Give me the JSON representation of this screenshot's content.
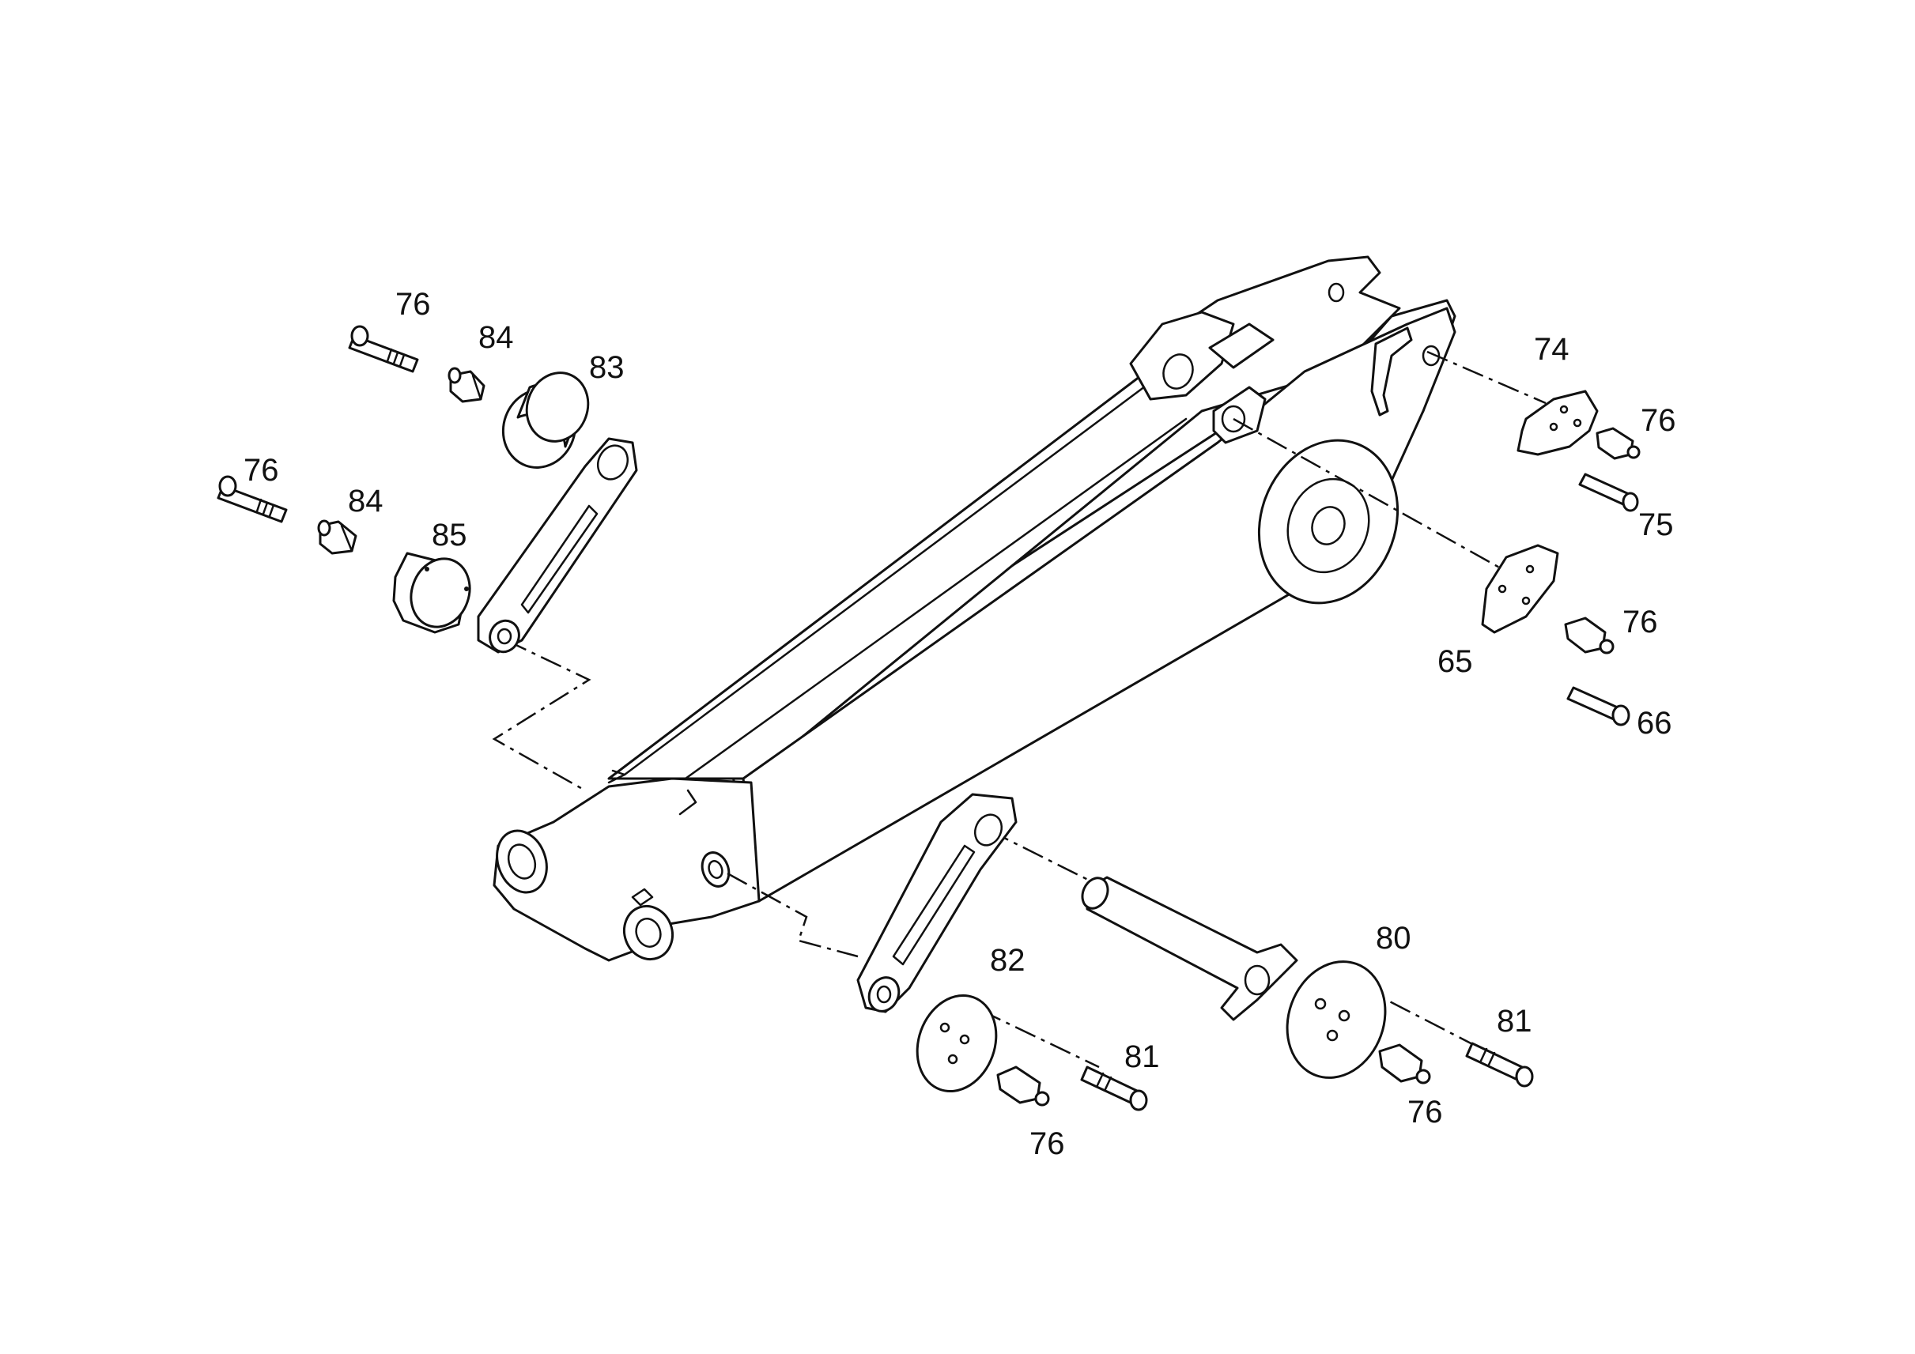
{
  "callouts": [
    {
      "id": "c1",
      "label": "76"
    },
    {
      "id": "c2",
      "label": "84"
    },
    {
      "id": "c3",
      "label": "83"
    },
    {
      "id": "c4",
      "label": "76"
    },
    {
      "id": "c5",
      "label": "84"
    },
    {
      "id": "c6",
      "label": "85"
    },
    {
      "id": "c7",
      "label": "74"
    },
    {
      "id": "c8",
      "label": "76"
    },
    {
      "id": "c9",
      "label": "75"
    },
    {
      "id": "c10",
      "label": "76"
    },
    {
      "id": "c11",
      "label": "65"
    },
    {
      "id": "c12",
      "label": "66"
    },
    {
      "id": "c13",
      "label": "82"
    },
    {
      "id": "c14",
      "label": "80"
    },
    {
      "id": "c15",
      "label": "81"
    },
    {
      "id": "c16",
      "label": "81"
    },
    {
      "id": "c17",
      "label": "76"
    },
    {
      "id": "c18",
      "label": "76"
    }
  ]
}
